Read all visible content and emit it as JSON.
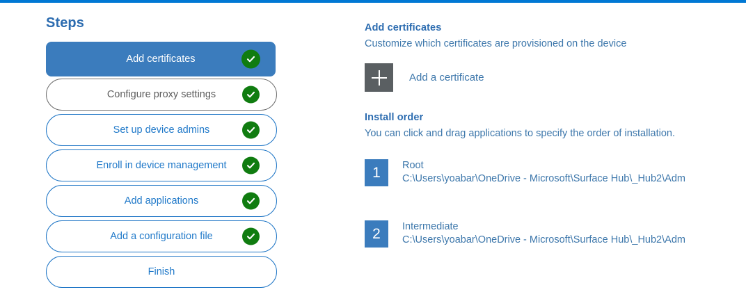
{
  "theme": {
    "accent": "#0078d4",
    "active_step_bg": "#3b7cbd",
    "step_border": "#1f76c6",
    "visited_border": "#6e6e6e",
    "check_green": "#107c10",
    "plus_gray": "#5a5f62",
    "heading_blue": "#2c6cb0",
    "body_blue": "#3d77ab"
  },
  "steps_panel": {
    "title": "Steps",
    "items": [
      {
        "label": "Add certificates",
        "state": "active",
        "complete": true
      },
      {
        "label": "Configure proxy settings",
        "state": "visited",
        "complete": true
      },
      {
        "label": "Set up device admins",
        "state": "default",
        "complete": true
      },
      {
        "label": "Enroll in device management",
        "state": "default",
        "complete": true
      },
      {
        "label": "Add applications",
        "state": "default",
        "complete": true
      },
      {
        "label": "Add a configuration file",
        "state": "default",
        "complete": true
      },
      {
        "label": "Finish",
        "state": "default",
        "complete": false
      }
    ]
  },
  "detail": {
    "heading": "Add certificates",
    "subtitle": "Customize which certificates are provisioned on the device",
    "add_certificate_label": "Add a certificate",
    "install_order": {
      "heading": "Install order",
      "description": "You can click and drag applications to specify the order of installation.",
      "items": [
        {
          "number": "1",
          "name": "Root",
          "path": "C:\\Users\\yoabar\\OneDrive - Microsoft\\Surface Hub\\_Hub2\\Adm"
        },
        {
          "number": "2",
          "name": "Intermediate",
          "path": "C:\\Users\\yoabar\\OneDrive - Microsoft\\Surface Hub\\_Hub2\\Adm"
        }
      ]
    }
  }
}
